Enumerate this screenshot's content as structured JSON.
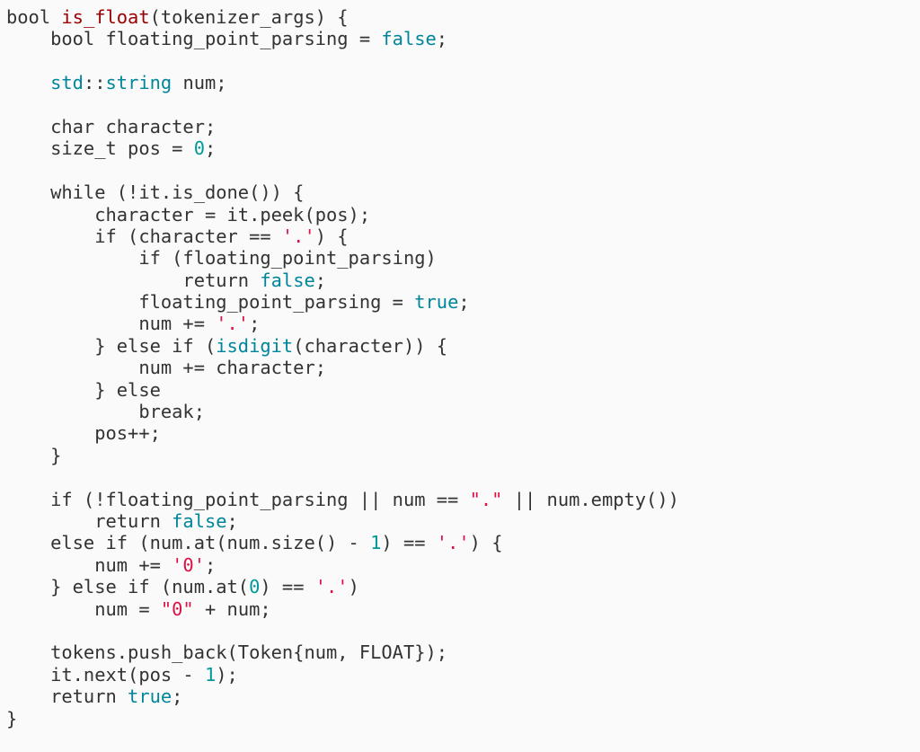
{
  "colors": {
    "background": "#fafafa",
    "text": "#333333",
    "function": "#990000",
    "keyword": "#00869b",
    "string": "#dd1144",
    "number": "#009999"
  },
  "code": {
    "lines": [
      [
        [
          "plain",
          "bool "
        ],
        [
          "fn",
          "is_float"
        ],
        [
          "plain",
          "(tokenizer_args) {"
        ]
      ],
      [
        [
          "plain",
          "    bool floating_point_parsing = "
        ],
        [
          "kw",
          "false"
        ],
        [
          "plain",
          ";"
        ]
      ],
      [],
      [
        [
          "plain",
          "    "
        ],
        [
          "kw",
          "std"
        ],
        [
          "plain",
          "::"
        ],
        [
          "kw",
          "string"
        ],
        [
          "plain",
          " num;"
        ]
      ],
      [],
      [
        [
          "plain",
          "    char character;"
        ]
      ],
      [
        [
          "plain",
          "    size_t pos = "
        ],
        [
          "num",
          "0"
        ],
        [
          "plain",
          ";"
        ]
      ],
      [],
      [
        [
          "plain",
          "    while (!it.is_done()) {"
        ]
      ],
      [
        [
          "plain",
          "        character = it.peek(pos);"
        ]
      ],
      [
        [
          "plain",
          "        if (character == "
        ],
        [
          "str",
          "'.'"
        ],
        [
          "plain",
          ") {"
        ]
      ],
      [
        [
          "plain",
          "            if (floating_point_parsing)"
        ]
      ],
      [
        [
          "plain",
          "                return "
        ],
        [
          "kw",
          "false"
        ],
        [
          "plain",
          ";"
        ]
      ],
      [
        [
          "plain",
          "            floating_point_parsing = "
        ],
        [
          "kw",
          "true"
        ],
        [
          "plain",
          ";"
        ]
      ],
      [
        [
          "plain",
          "            num += "
        ],
        [
          "str",
          "'.'"
        ],
        [
          "plain",
          ";"
        ]
      ],
      [
        [
          "plain",
          "        } else if ("
        ],
        [
          "kw",
          "isdigit"
        ],
        [
          "plain",
          "(character)) {"
        ]
      ],
      [
        [
          "plain",
          "            num += character;"
        ]
      ],
      [
        [
          "plain",
          "        } else"
        ]
      ],
      [
        [
          "plain",
          "            break;"
        ]
      ],
      [
        [
          "plain",
          "        pos++;"
        ]
      ],
      [
        [
          "plain",
          "    }"
        ]
      ],
      [],
      [
        [
          "plain",
          "    if (!floating_point_parsing || num == "
        ],
        [
          "str",
          "\".\""
        ],
        [
          "plain",
          " || num.empty())"
        ]
      ],
      [
        [
          "plain",
          "        return "
        ],
        [
          "kw",
          "false"
        ],
        [
          "plain",
          ";"
        ]
      ],
      [
        [
          "plain",
          "    else if (num.at(num.size() - "
        ],
        [
          "num",
          "1"
        ],
        [
          "plain",
          ") == "
        ],
        [
          "str",
          "'.'"
        ],
        [
          "plain",
          ") {"
        ]
      ],
      [
        [
          "plain",
          "        num += "
        ],
        [
          "str",
          "'0'"
        ],
        [
          "plain",
          ";"
        ]
      ],
      [
        [
          "plain",
          "    } else if (num.at("
        ],
        [
          "num",
          "0"
        ],
        [
          "plain",
          ") == "
        ],
        [
          "str",
          "'.'"
        ],
        [
          "plain",
          ")"
        ]
      ],
      [
        [
          "plain",
          "        num = "
        ],
        [
          "str",
          "\"0\""
        ],
        [
          "plain",
          " + num;"
        ]
      ],
      [],
      [
        [
          "plain",
          "    tokens.push_back(Token{num, FLOAT});"
        ]
      ],
      [
        [
          "plain",
          "    it.next(pos - "
        ],
        [
          "num",
          "1"
        ],
        [
          "plain",
          ");"
        ]
      ],
      [
        [
          "plain",
          "    return "
        ],
        [
          "kw",
          "true"
        ],
        [
          "plain",
          ";"
        ]
      ],
      [
        [
          "plain",
          "}"
        ]
      ]
    ]
  }
}
